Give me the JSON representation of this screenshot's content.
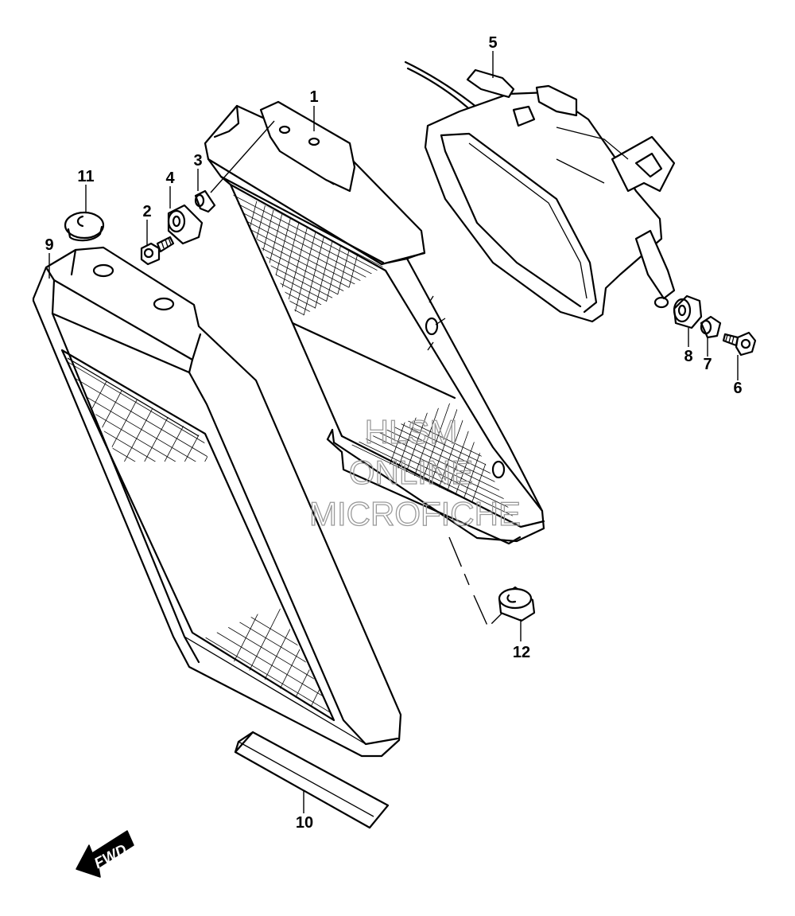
{
  "parts": [
    {
      "id": "part-1",
      "label": "1"
    },
    {
      "id": "part-2",
      "label": "2"
    },
    {
      "id": "part-3",
      "label": "3"
    },
    {
      "id": "part-4",
      "label": "4"
    },
    {
      "id": "part-5",
      "label": "5"
    },
    {
      "id": "part-6",
      "label": "6"
    },
    {
      "id": "part-7",
      "label": "7"
    },
    {
      "id": "part-8",
      "label": "8"
    },
    {
      "id": "part-9",
      "label": "9"
    },
    {
      "id": "part-10",
      "label": "10"
    },
    {
      "id": "part-11",
      "label": "11"
    },
    {
      "id": "part-12",
      "label": "12"
    }
  ],
  "watermark": {
    "line1": "HLSM",
    "line2": "ONLINE",
    "line3": "MICROFICHE"
  },
  "fwd_label": "FWD",
  "colors": {
    "ink": "#000000",
    "background": "#ffffff",
    "watermark": "#9a9a9a"
  }
}
